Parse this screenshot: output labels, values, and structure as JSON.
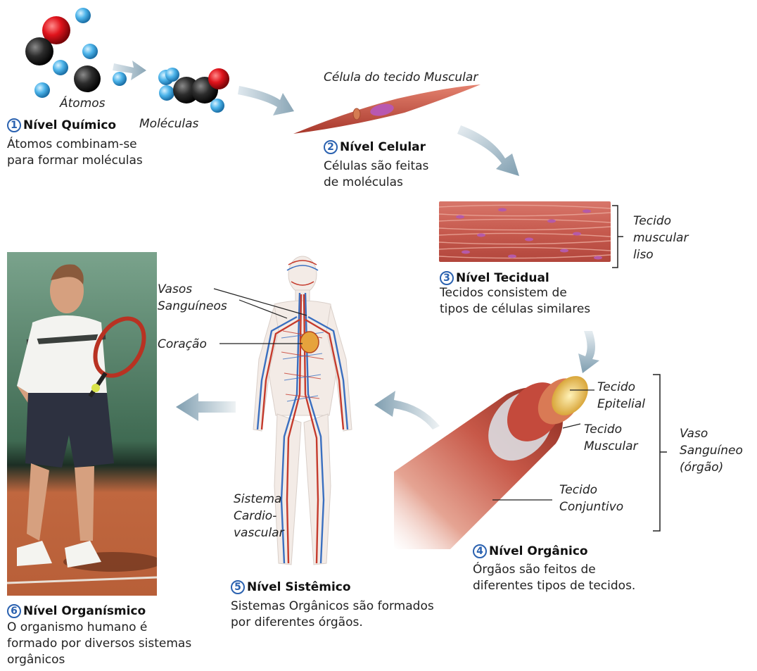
{
  "levels": [
    {
      "number": "1",
      "title": "Nível Químico",
      "desc": "Átomos combinam-se\npara formar moléculas"
    },
    {
      "number": "2",
      "title": "Nível Celular",
      "desc": "Células são feitas\nde moléculas"
    },
    {
      "number": "3",
      "title": "Nível Tecidual",
      "desc": "Tecidos consistem de\ntipos de células similares"
    },
    {
      "number": "4",
      "title": "Nível Orgânico",
      "desc": "Órgãos são feitos de\ndiferentes tipos de tecidos."
    },
    {
      "number": "5",
      "title": "Nível Sistêmico",
      "desc": "Sistemas Orgânicos são formados\npor diferentes órgãos."
    },
    {
      "number": "6",
      "title": "Nível Organísmico",
      "desc": "O organismo humano é\nformado por diversos sistemas\norgânicos"
    }
  ],
  "labels": {
    "atoms": "Átomos",
    "molecules": "Moléculas",
    "muscle_cell": "Célula do tecido Muscular",
    "smooth_muscle": "Tecido\nmuscular\nliso",
    "vessels": "Vasos\nSanguíneos",
    "heart": "Coração",
    "cardio": "Sistema\nCardio-\nvascular",
    "epithelial": "Tecido\nEpitelial",
    "muscular": "Tecido\nMuscular",
    "connective": "Tecido\nConjuntivo",
    "blood_vessel": "Vaso\nSanguíneo\n(órgão)"
  },
  "icons": {
    "arrows": "flow-arrow-icon"
  },
  "colors": {
    "accent": "#2b62b0",
    "arrow": "#8faab8",
    "tissue": "#c9574b",
    "vein": "#3a6fc0",
    "artery": "#c53a2c"
  }
}
